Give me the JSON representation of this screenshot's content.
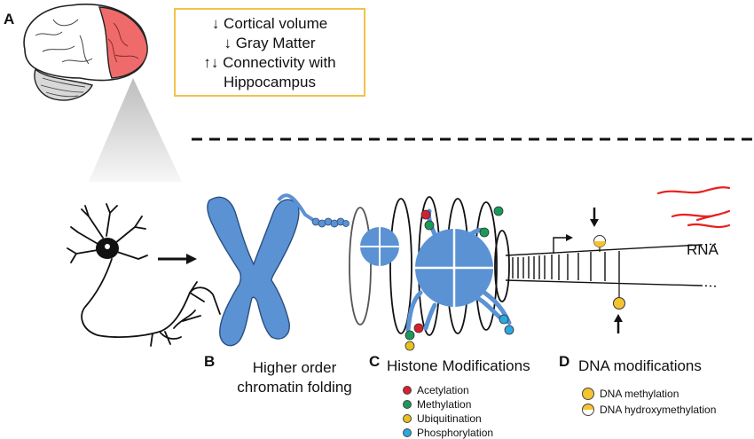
{
  "panels": {
    "a": {
      "letter": "A"
    },
    "b": {
      "letter": "B",
      "title_lines": [
        "Higher order",
        "chromatin folding"
      ]
    },
    "c": {
      "letter": "C",
      "title": "Histone Modifications"
    },
    "d": {
      "letter": "D",
      "title": "DNA modifications"
    }
  },
  "brain_box": {
    "lines": [
      "↓ Cortical volume",
      "↓ Gray Matter",
      "↑↓ Connectivity with",
      "Hippocampus"
    ],
    "border_color": "#f2c24a"
  },
  "rna_label": "RNA",
  "histone_legend": [
    {
      "label": "Acetylation",
      "color": "#d62030"
    },
    {
      "label": "Methylation",
      "color": "#1a9a5a"
    },
    {
      "label": "Ubiquitination",
      "color": "#e8c020"
    },
    {
      "label": "Phosphorylation",
      "color": "#2aa8e0"
    }
  ],
  "dna_legend": [
    {
      "label": "DNA methylation",
      "fill": "full",
      "color": "#f4c430"
    },
    {
      "label": "DNA hydroxymethylation",
      "fill": "half",
      "color": "#f4c430"
    }
  ],
  "colors": {
    "chromatin": "#5b92d4",
    "brain_highlight": "#ef6b6b",
    "rna": "#e8201e"
  }
}
